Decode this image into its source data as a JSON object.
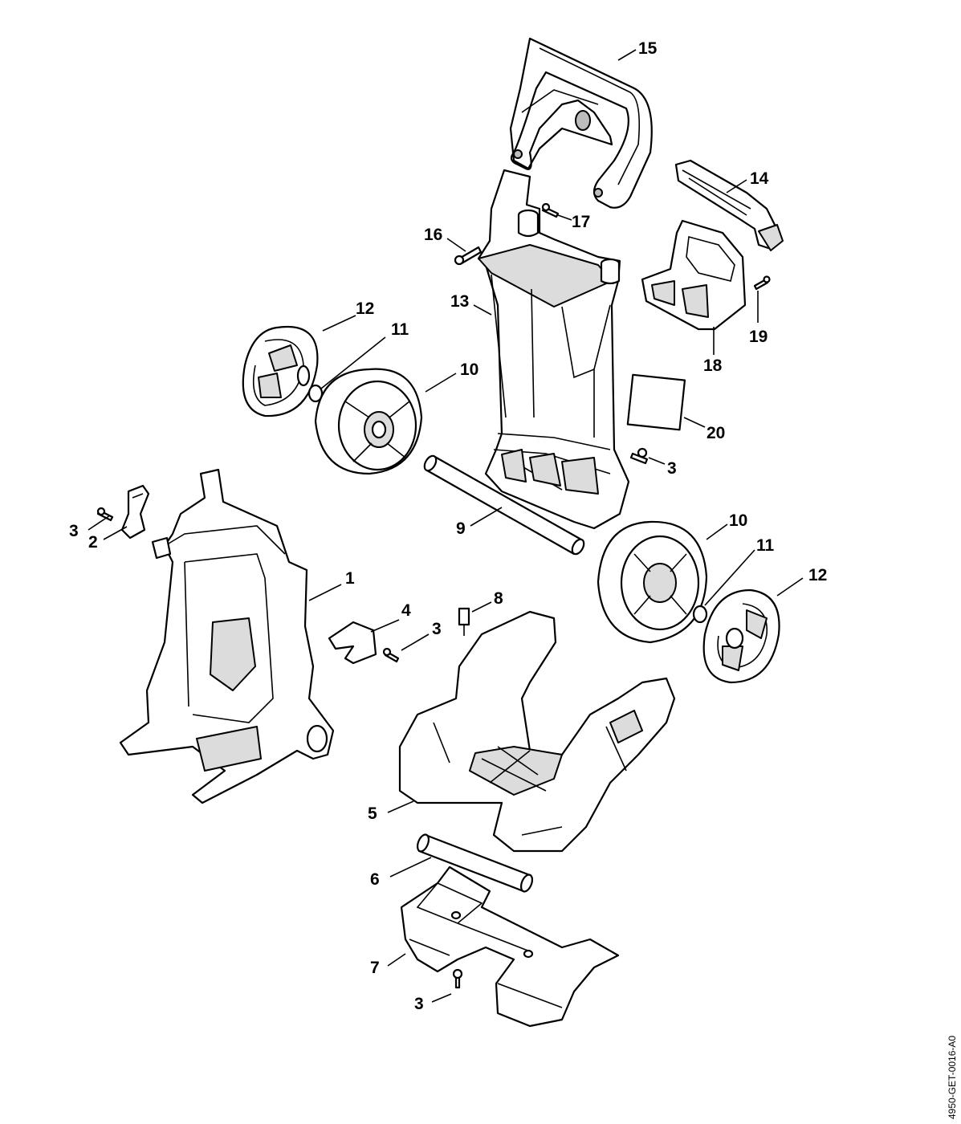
{
  "drawing_code": "4950-GET-0016-A0",
  "callouts": {
    "c1": "1",
    "c2": "2",
    "c3a": "3",
    "c3b": "3",
    "c3c": "3",
    "c3d": "3",
    "c4": "4",
    "c5": "5",
    "c6": "6",
    "c7": "7",
    "c8": "8",
    "c9": "9",
    "c10a": "10",
    "c10b": "10",
    "c11a": "11",
    "c11b": "11",
    "c12a": "12",
    "c12b": "12",
    "c13": "13",
    "c14": "14",
    "c15": "15",
    "c16": "16",
    "c17": "17",
    "c18": "18",
    "c19": "19",
    "c20": "20"
  }
}
